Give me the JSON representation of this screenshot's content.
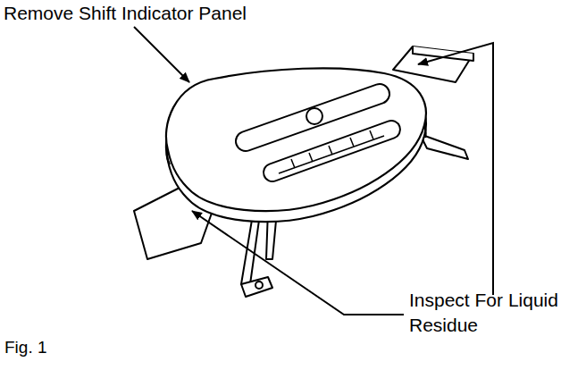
{
  "diagram": {
    "caption": "Fig. 1",
    "labels": [
      "Remove Shift Indicator Panel",
      "Inspect For Liquid Residue"
    ]
  }
}
